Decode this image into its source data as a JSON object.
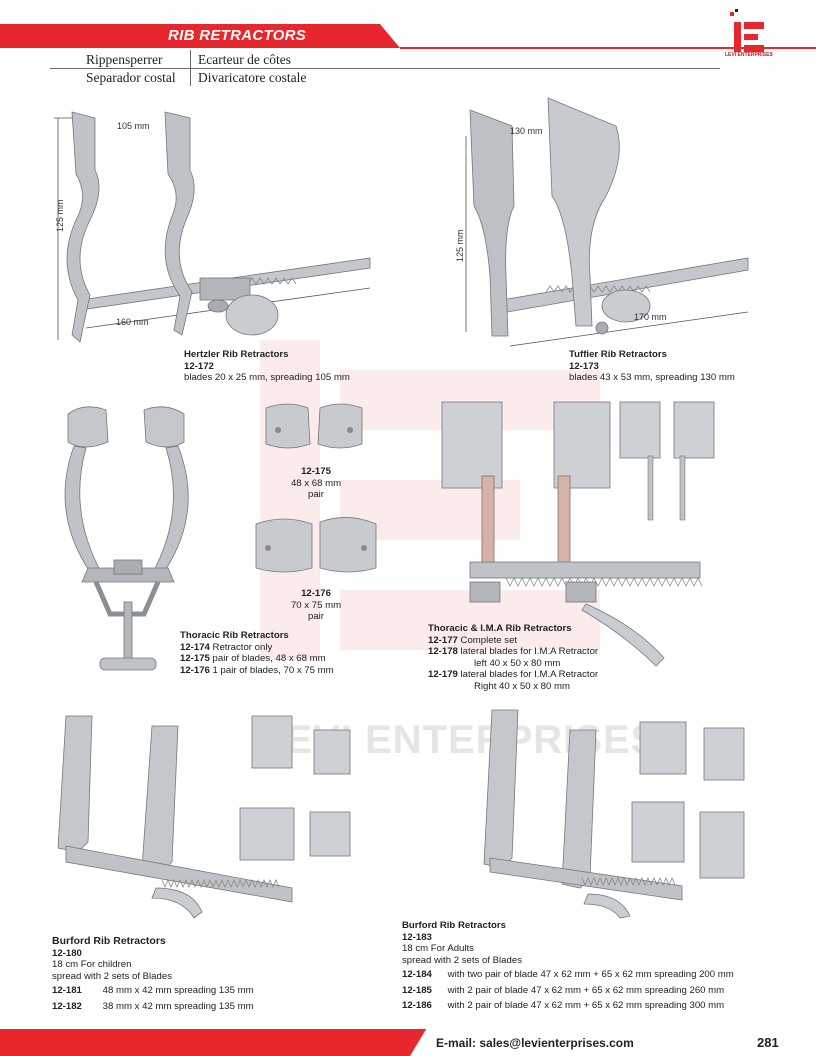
{
  "header": {
    "title": "RIB RETRACTORS",
    "lang_de": "Rippensperrer",
    "lang_fr": "Ecarteur de côtes",
    "lang_es": "Separador costal",
    "lang_it": "Divaricatore costale",
    "logo_text": "LEVI ENTERPRISES"
  },
  "watermark": "LEVI ENTERPRISES",
  "colors": {
    "brand_red": "#e8262d",
    "steel": "#b9bcc1"
  },
  "products": {
    "hertzler": {
      "name": "Hertzler Rib Retractors",
      "code": "12-172",
      "desc": "blades 20 x 25 mm, spreading 105 mm",
      "dim_spread": "105 mm",
      "dim_height": "125 mm",
      "dim_length": "160 mm"
    },
    "tuffier": {
      "name": "Tuffier Rib Retractors",
      "code": "12-173",
      "desc": "blades 43 x 53 mm, spreading 130 mm",
      "dim_spread": "130 mm",
      "dim_height": "125 mm",
      "dim_length": "170 mm"
    },
    "thoracic": {
      "name": "Thoracic Rib Retractors",
      "items": [
        {
          "code": "12-174",
          "text": "Retractor only"
        },
        {
          "code": "12-175",
          "text": "pair of blades, 48 x 68 mm"
        },
        {
          "code": "12-176",
          "text": "1 pair of blades, 70 x 75 mm"
        }
      ],
      "cap175": {
        "code": "12-175",
        "size": "48 x 68 mm",
        "note": "pair"
      },
      "cap176": {
        "code": "12-176",
        "size": "70 x 75 mm",
        "note": "pair"
      }
    },
    "ima": {
      "name": "Thoracic & I.M.A Rib Retractors",
      "items": [
        {
          "code": "12-177",
          "text": "Complete set",
          "sub": ""
        },
        {
          "code": "12-178",
          "text": "lateral blades for I.M.A Retractor",
          "sub": "left 40 x 50 x 80 mm"
        },
        {
          "code": "12-179",
          "text": "lateral blades for I.M.A Retractor",
          "sub": "Right 40 x 50 x 80 mm"
        }
      ]
    },
    "burford_children": {
      "name": "Burford Rib Retractors",
      "code": "12-180",
      "line1": "18 cm  For children",
      "line2": "spread with 2 sets of Blades",
      "items": [
        {
          "code": "12-181",
          "text": "48 mm x 42 mm  spreading 135 mm"
        },
        {
          "code": "12-182",
          "text": "38 mm x 42 mm  spreading 135 mm"
        }
      ]
    },
    "burford_adults": {
      "name": "Burford Rib Retractors",
      "code": "12-183",
      "line1": "18 cm  For Adults",
      "line2": "spread with 2 sets of Blades",
      "items": [
        {
          "code": "12-184",
          "text": "with two pair of blade 47 x 62 mm + 65 x 62 mm spreading 200 mm"
        },
        {
          "code": "12-185",
          "text": "with 2 pair of blade 47 x 62 mm + 65 x 62 mm spreading 260 mm"
        },
        {
          "code": "12-186",
          "text": "with 2 pair of blade 47 x 62 mm + 65 x 62 mm spreading 300 mm"
        }
      ]
    }
  },
  "footer": {
    "email": "E-mail: sales@levienterprises.com",
    "page": "281"
  }
}
